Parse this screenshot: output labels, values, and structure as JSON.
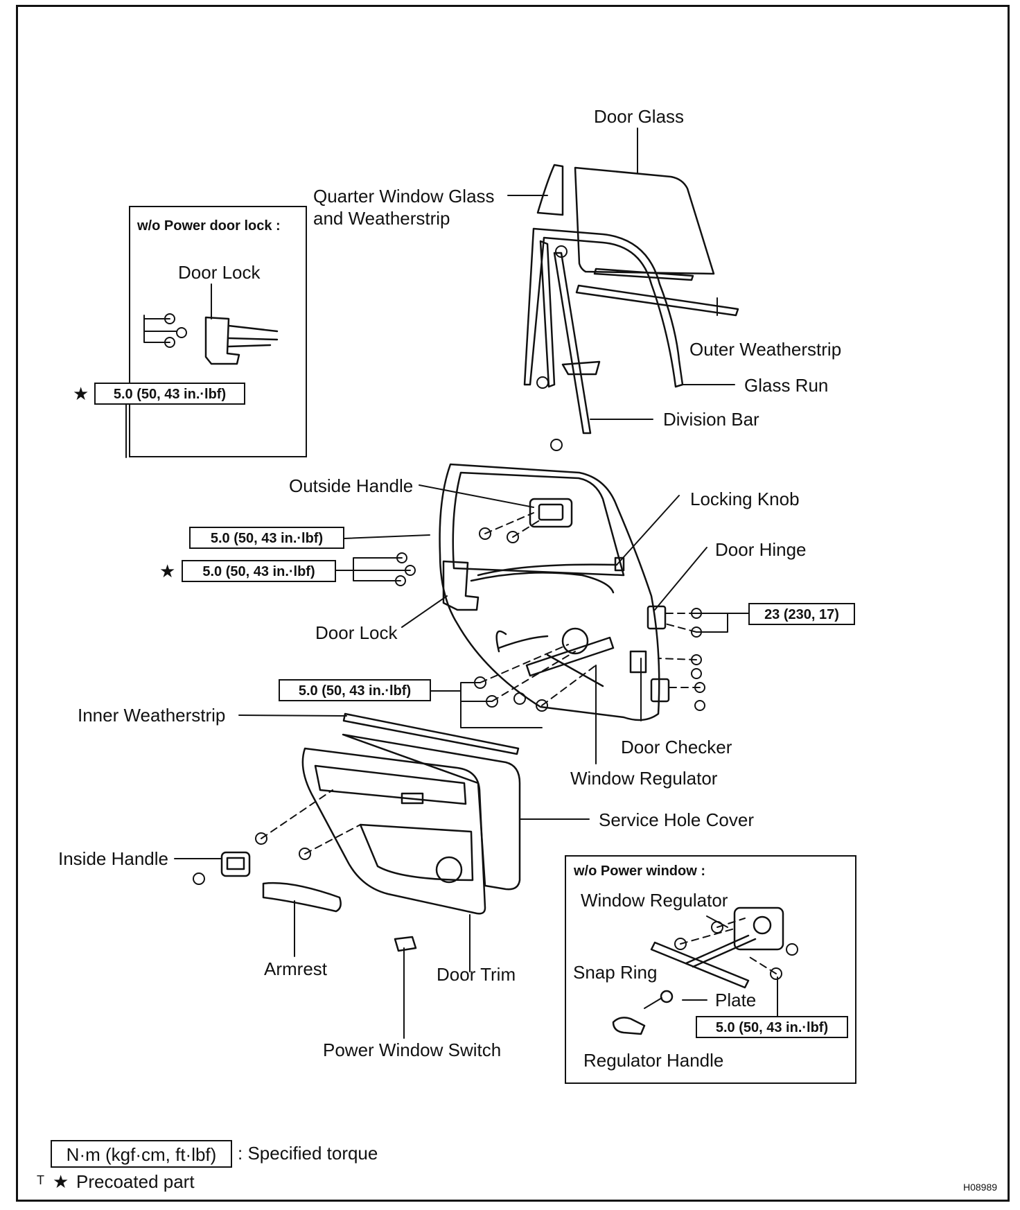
{
  "labels": {
    "door_glass": "Door Glass",
    "quarter_window_1": "Quarter Window Glass",
    "quarter_window_2": "and Weatherstrip",
    "outer_weatherstrip": "Outer Weatherstrip",
    "glass_run": "Glass Run",
    "division_bar": "Division Bar",
    "outside_handle": "Outside Handle",
    "locking_knob": "Locking Knob",
    "door_hinge": "Door Hinge",
    "door_lock": "Door Lock",
    "inner_weatherstrip": "Inner Weatherstrip",
    "door_checker": "Door Checker",
    "window_regulator": "Window Regulator",
    "service_hole_cover": "Service Hole Cover",
    "inside_handle": "Inside Handle",
    "armrest": "Armrest",
    "door_trim": "Door Trim",
    "power_window_switch": "Power Window Switch"
  },
  "torque": {
    "inset_lock": "5.0 (50, 43 in.·lbf)",
    "outside_handle": "5.0 (50, 43 in.·lbf)",
    "door_lock": "5.0 (50, 43 in.·lbf)",
    "hinge": "23 (230, 17)",
    "regulator": "5.0 (50, 43 in.·lbf)",
    "inset_regulator": "5.0 (50, 43 in.·lbf)"
  },
  "star_symbol": "★",
  "inset_power_door_lock": {
    "title": "w/o Power door lock :",
    "door_lock": "Door Lock"
  },
  "inset_power_window": {
    "title": "w/o Power window :",
    "window_regulator": "Window Regulator",
    "snap_ring": "Snap Ring",
    "plate": "Plate",
    "regulator_handle": "Regulator Handle"
  },
  "legend": {
    "unit_box": "N·m (kgf·cm, ft·lbf)",
    "unit_text": ": Specified torque",
    "precoated": "Precoated part",
    "corner_mark": "T"
  },
  "figure_id": "H08989"
}
